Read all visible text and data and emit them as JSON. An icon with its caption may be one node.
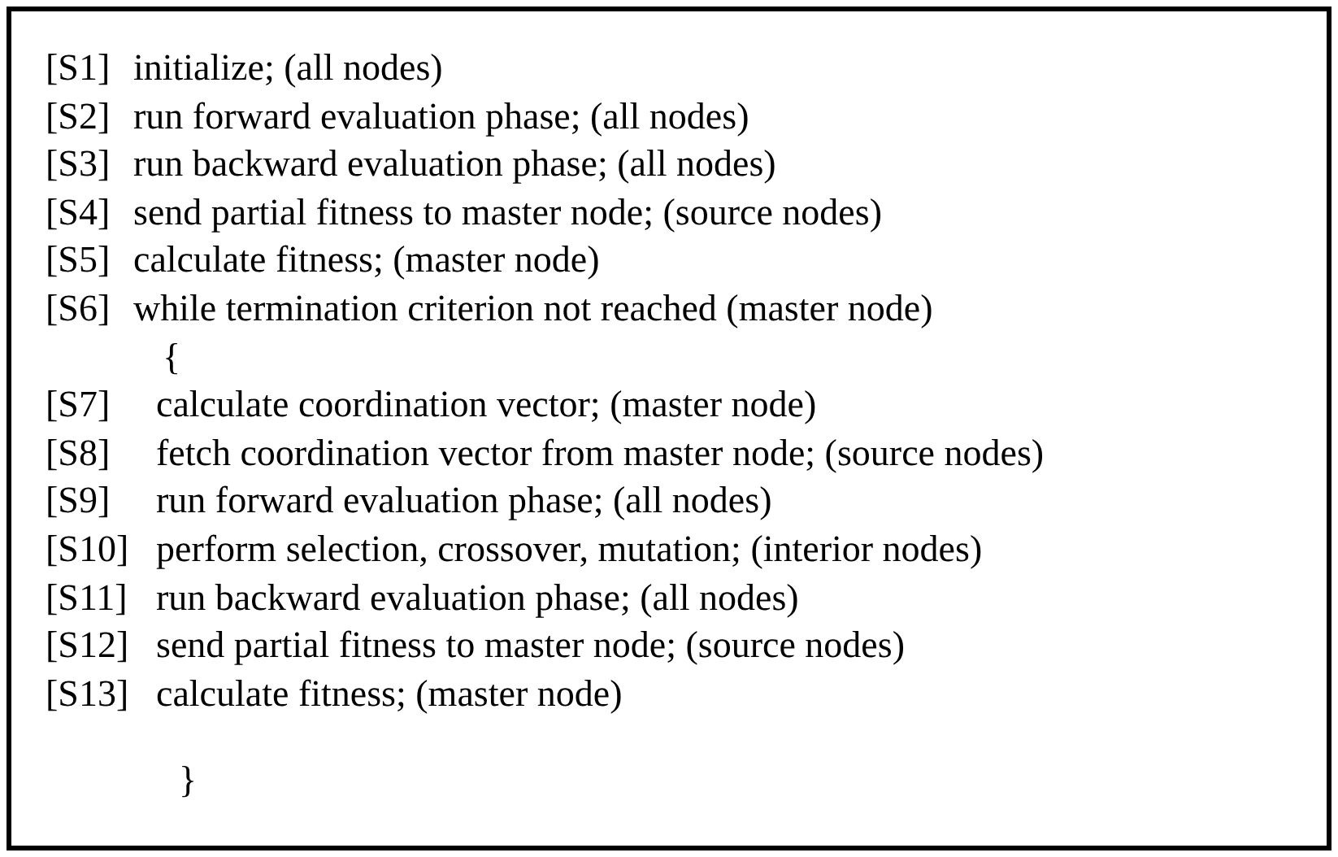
{
  "diagram": {
    "nodes": [
      {
        "text": [],
        "shape": "box"
      }
    ],
    "labels": [
      "[S1]",
      "initialize; (all nodes)",
      "[S2]",
      "run forward evaluation phase; (all nodes)",
      "[S3]",
      "run backward evaluation phase; (all nodes)",
      "[S4]",
      "send partial fitness to master node; (source nodes)",
      "[S5]",
      "calculate fitness; (master node)",
      "[S6]",
      "while termination criterion not reached (master node)",
      "{",
      "[S7]",
      "calculate coordination vector; (master node)",
      "[S8]",
      "fetch coordination vector from master node; (source nodes)",
      "[S9]",
      "run forward evaluation phase; (all nodes)",
      "[S10]",
      "perform selection, crossover, mutation; (interior nodes)",
      "[S11]",
      "run backward evaluation phase; (all nodes)",
      "[S12]",
      "send partial fitness to master node; (source nodes)",
      "[S13]",
      "calculate fitness; (master node)",
      "}"
    ]
  }
}
